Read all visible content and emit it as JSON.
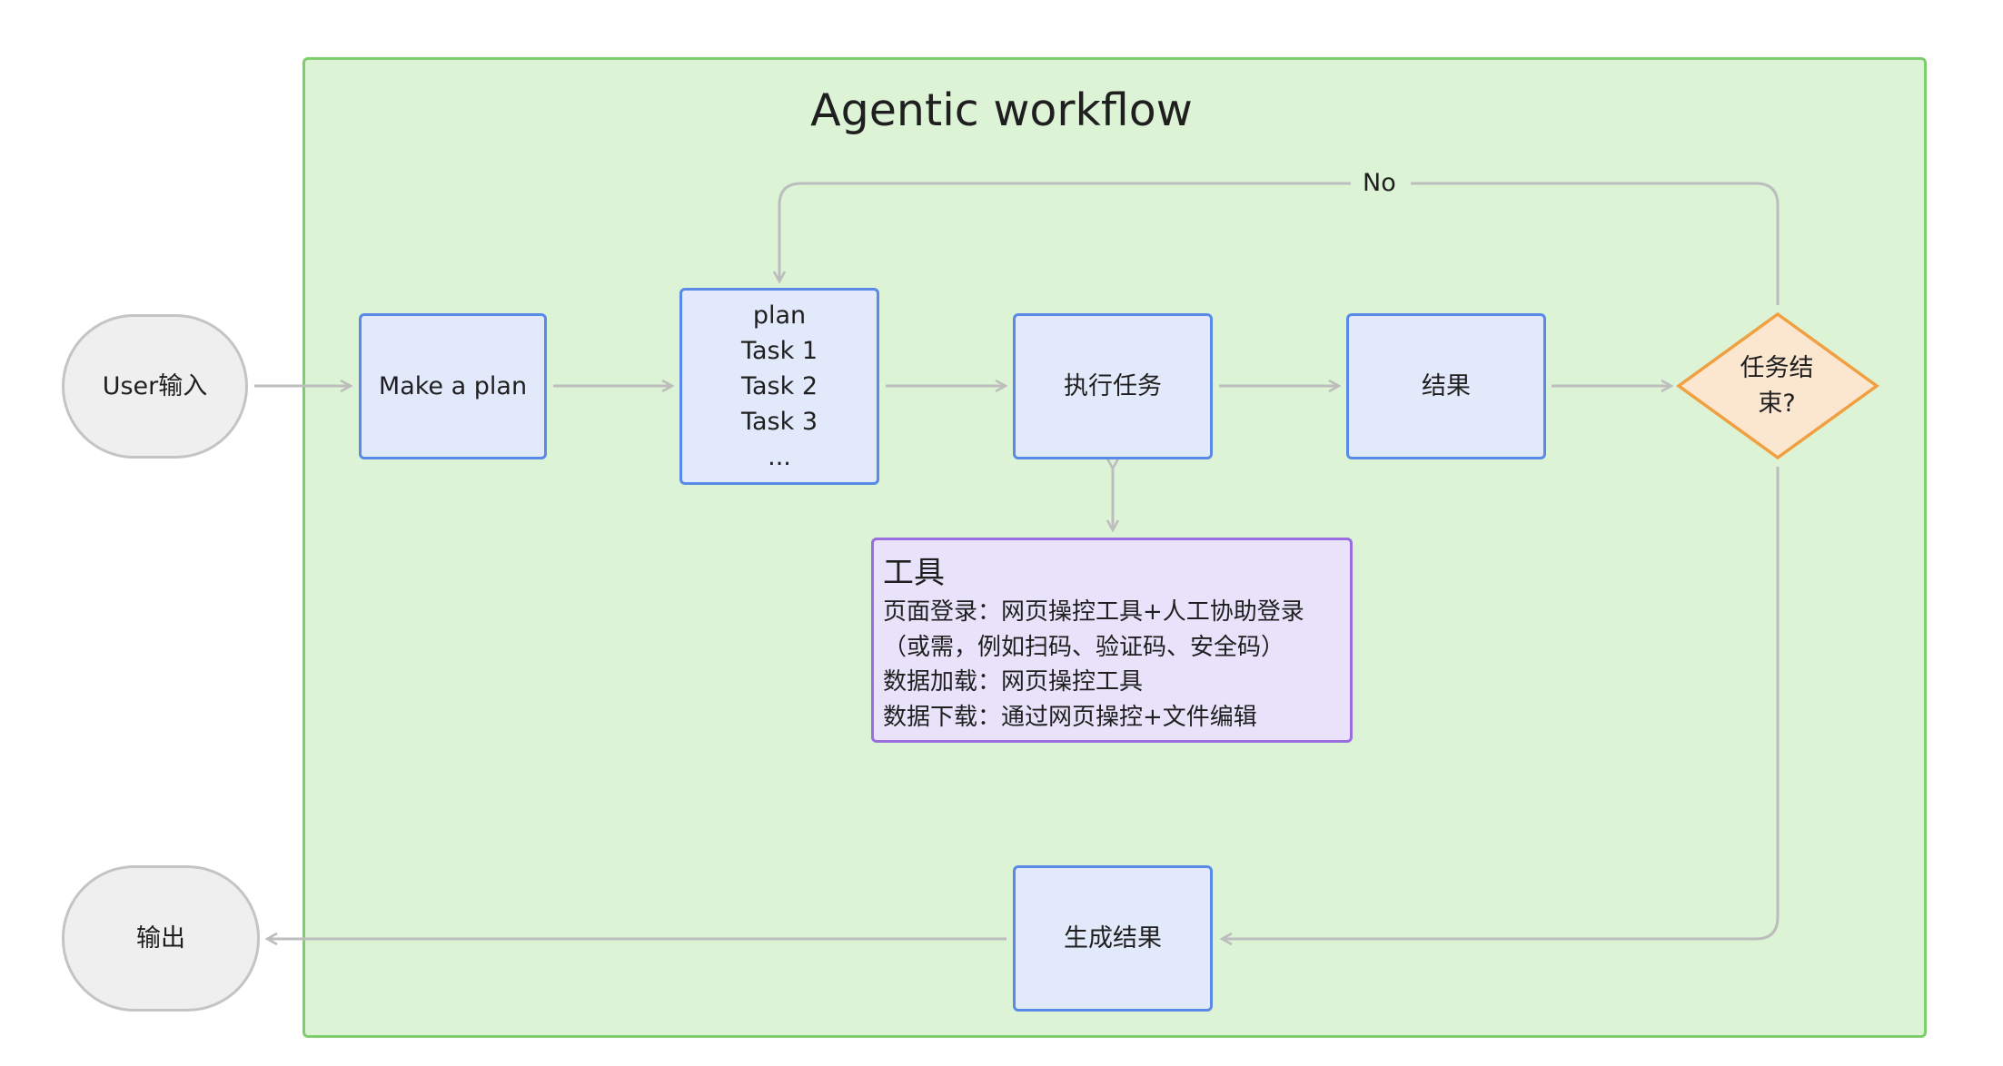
{
  "group": {
    "title": "Agentic workflow"
  },
  "nodes": {
    "user_input": "User输入",
    "make_plan": "Make a plan",
    "plan": [
      "plan",
      "Task 1",
      "Task 2",
      "Task 3",
      "..."
    ],
    "execute": "执行任务",
    "result": "结果",
    "decision": [
      "任务结",
      "束?"
    ],
    "generate": "生成结果",
    "output": "输出"
  },
  "tools": {
    "title": "工具",
    "lines": [
      "页面登录：网页操控工具+人工协助登录",
      "（或需，例如扫码、验证码、安全码）",
      "数据加载：网页操控工具",
      "数据下载：通过网页操控+文件编辑"
    ]
  },
  "edges": {
    "loop_label": "No"
  },
  "colors": {
    "group_fill": "#dcf3d6",
    "group_border": "#7dce6c",
    "node_fill": "#e2e9fb",
    "node_border": "#5a8ae8",
    "terminal_fill": "#efefef",
    "terminal_border": "#c4c4c4",
    "decision_fill": "#fbe6cf",
    "decision_border": "#f0a040",
    "tools_fill": "#e8e2fb",
    "tools_border": "#9a6de0",
    "connector": "#bdbdbd"
  }
}
